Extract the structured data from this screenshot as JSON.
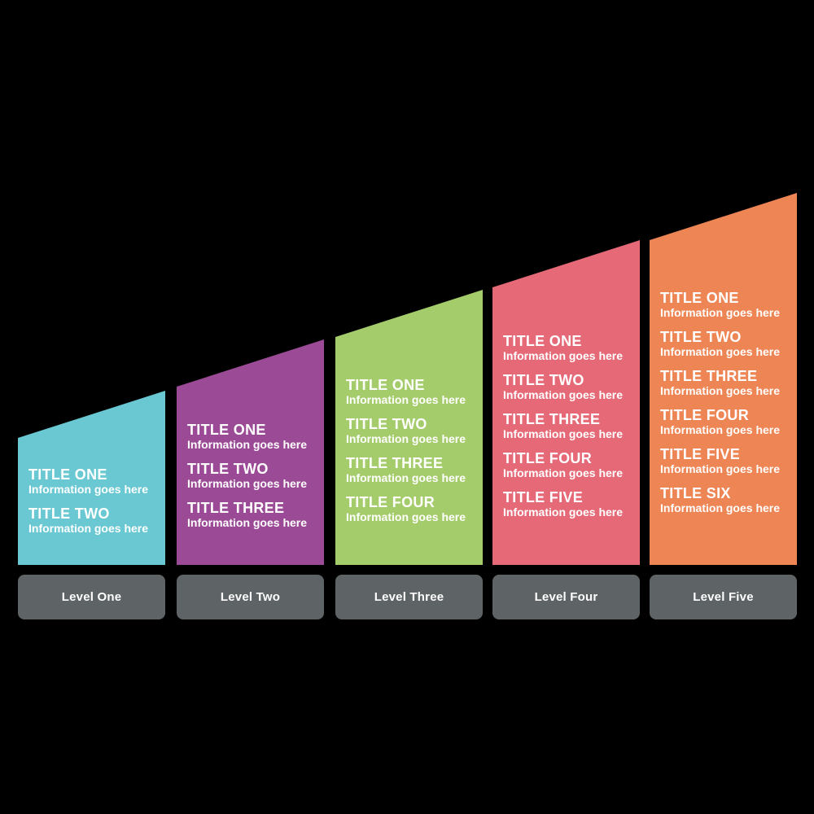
{
  "background_color": "#000000",
  "text_color": "#FFFFFF",
  "label_bar_color": "#5E6366",
  "columns": [
    {
      "label": "Level One",
      "color": "#69C8D2",
      "entries": [
        {
          "title": "TITLE ONE",
          "info": "Information goes here"
        },
        {
          "title": "TITLE TWO",
          "info": "Information goes here"
        }
      ]
    },
    {
      "label": "Level Two",
      "color": "#9B4B96",
      "entries": [
        {
          "title": "TITLE ONE",
          "info": "Information goes here"
        },
        {
          "title": "TITLE TWO",
          "info": "Information goes here"
        },
        {
          "title": "TITLE THREE",
          "info": "Information goes here"
        }
      ]
    },
    {
      "label": "Level Three",
      "color": "#A5CC6B",
      "entries": [
        {
          "title": "TITLE ONE",
          "info": "Information goes here"
        },
        {
          "title": "TITLE TWO",
          "info": "Information goes here"
        },
        {
          "title": "TITLE THREE",
          "info": "Information goes here"
        },
        {
          "title": "TITLE FOUR",
          "info": "Information goes here"
        }
      ]
    },
    {
      "label": "Level Four",
      "color": "#E56977",
      "entries": [
        {
          "title": "TITLE ONE",
          "info": "Information goes here"
        },
        {
          "title": "TITLE TWO",
          "info": "Information goes here"
        },
        {
          "title": "TITLE THREE",
          "info": "Information goes here"
        },
        {
          "title": "TITLE FOUR",
          "info": "Information goes here"
        },
        {
          "title": "TITLE FIVE",
          "info": "Information goes here"
        }
      ]
    },
    {
      "label": "Level Five",
      "color": "#EE8554",
      "entries": [
        {
          "title": "TITLE ONE",
          "info": "Information goes here"
        },
        {
          "title": "TITLE TWO",
          "info": "Information goes here"
        },
        {
          "title": "TITLE THREE",
          "info": "Information goes here"
        },
        {
          "title": "TITLE FOUR",
          "info": "Information goes here"
        },
        {
          "title": "TITLE FIVE",
          "info": "Information goes here"
        },
        {
          "title": "TITLE SIX",
          "info": "Information goes here"
        }
      ]
    }
  ]
}
